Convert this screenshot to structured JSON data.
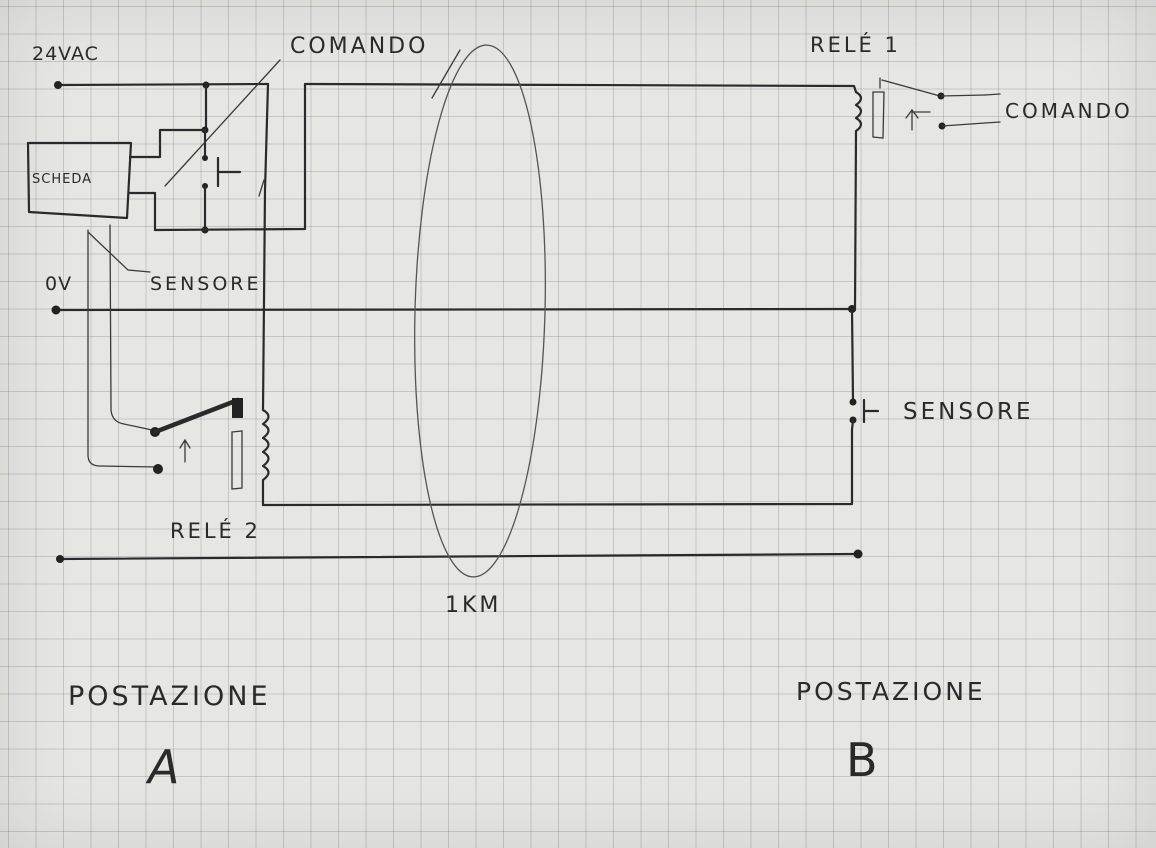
{
  "diagram": {
    "supply_label": "24VAC",
    "zero_volt_label": "0V",
    "board_label": "SCHEDA",
    "command_label_a": "COMANDO",
    "sensor_label_a": "SENSORE",
    "relay1_label": "RELÉ 1",
    "relay2_label": "RELÉ 2",
    "command_label_b": "COMANDO",
    "sensor_label_b": "SENSORE",
    "distance_label": "1KM",
    "station_a_title": "POSTAZIONE",
    "station_a_letter": "A",
    "station_b_title": "POSTAZIONE",
    "station_b_letter": "B"
  }
}
